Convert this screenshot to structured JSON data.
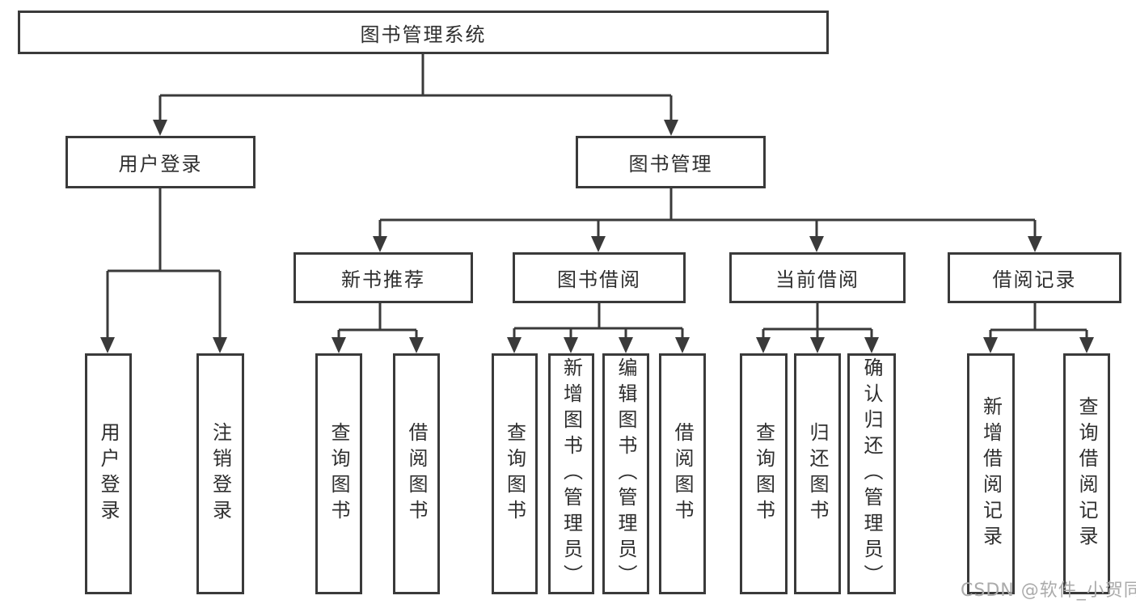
{
  "colors": {
    "line": "#3a3a3a",
    "text": "#2e2e2e",
    "background": "#ffffff",
    "watermark": "#ababab"
  },
  "diagram_type": "tree",
  "tree": {
    "root": "图书管理系统",
    "branches": [
      {
        "label": "用户登录",
        "children": [
          "用户登录",
          "注销登录"
        ]
      },
      {
        "label": "图书管理",
        "children": [
          {
            "label": "新书推荐",
            "children": [
              "查询图书",
              "借阅图书"
            ]
          },
          {
            "label": "图书借阅",
            "children": [
              "查询图书",
              "新增图书（管理员）",
              "编辑图书（管理员）",
              "借阅图书"
            ]
          },
          {
            "label": "当前借阅",
            "children": [
              "查询图书",
              "归还图书",
              "确认归还（管理员）"
            ]
          },
          {
            "label": "借阅记录",
            "children": [
              "新增借阅记录",
              "查询借阅记录"
            ]
          }
        ]
      }
    ]
  },
  "watermark": "CSDN @软件_小贺同学"
}
